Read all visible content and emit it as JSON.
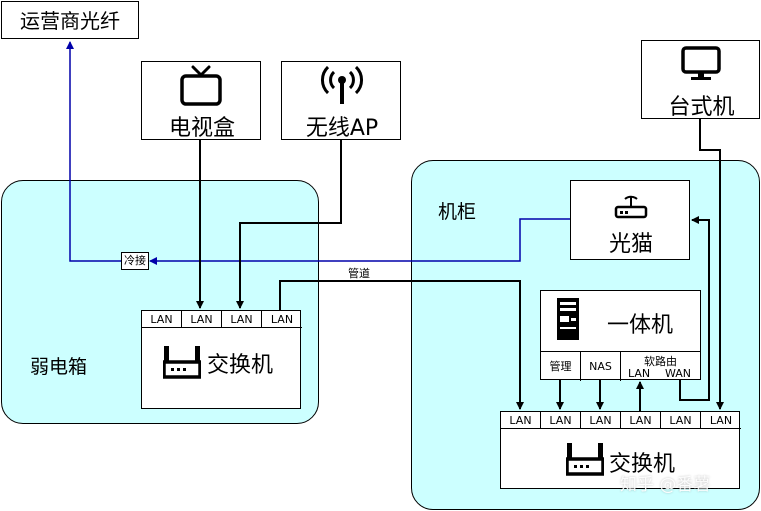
{
  "nodes": {
    "isp_fiber": "运营商光纤",
    "tv_box": "电视盒",
    "wireless_ap": "无线AP",
    "desktop": "台式机",
    "optical_modem": "光猫",
    "all_in_one": "一体机",
    "switch_weak": "交换机",
    "switch_cabinet": "交换机"
  },
  "zones": {
    "weak_box": "弱电箱",
    "cabinet": "机柜"
  },
  "connectors": {
    "splice": "冷接",
    "conduit": "管道"
  },
  "ports": {
    "weak_switch": [
      "LAN",
      "LAN",
      "LAN",
      "LAN"
    ],
    "cabinet_switch": [
      "LAN",
      "LAN",
      "LAN",
      "LAN",
      "LAN",
      "LAN"
    ],
    "aio_mgmt": "管理",
    "aio_nas": "NAS",
    "aio_router_title": "软路由",
    "aio_router_lan": "LAN",
    "aio_router_wan": "WAN"
  },
  "watermark": "知乎 @番薯",
  "icons": [
    "tv-icon",
    "wireless-ap-icon",
    "monitor-icon",
    "router-icon",
    "server-icon",
    "switch-icon"
  ],
  "colors": {
    "zone_fill": "#ccffff",
    "fiber_line": "#0000aa"
  }
}
